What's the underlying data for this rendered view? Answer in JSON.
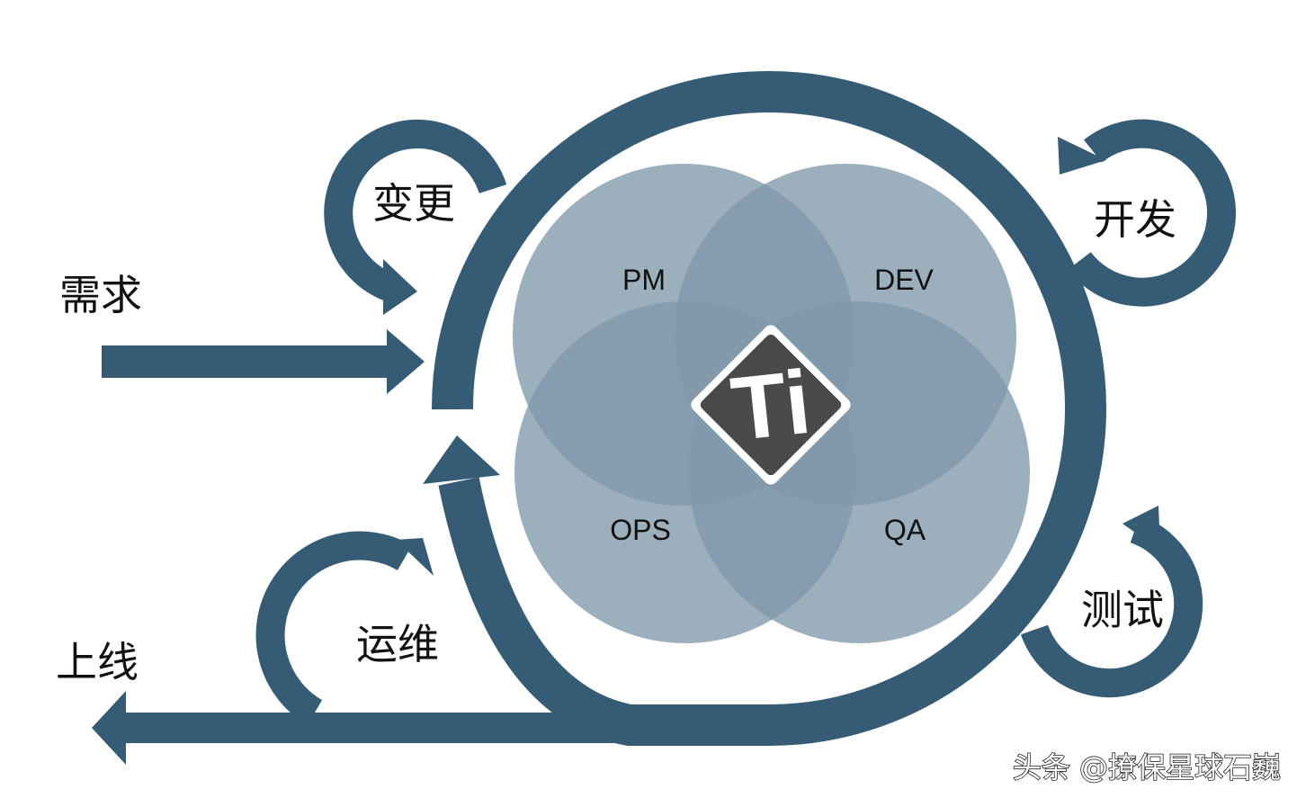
{
  "colors": {
    "primary": "#355c74",
    "circle_fill": "#8098aa",
    "logo_fill": "#4a4a4a",
    "text": "#111111"
  },
  "roles": {
    "pm": "PM",
    "dev": "DEV",
    "ops": "OPS",
    "qa": "QA"
  },
  "stages": {
    "requirement": "需求",
    "change": "变更",
    "development": "开发",
    "testing": "测试",
    "operations": "运维",
    "release": "上线"
  },
  "center_logo": {
    "icon": "ti-diamond-icon",
    "letters": "Ti"
  },
  "watermark": "头条 @撩保星球石巍"
}
